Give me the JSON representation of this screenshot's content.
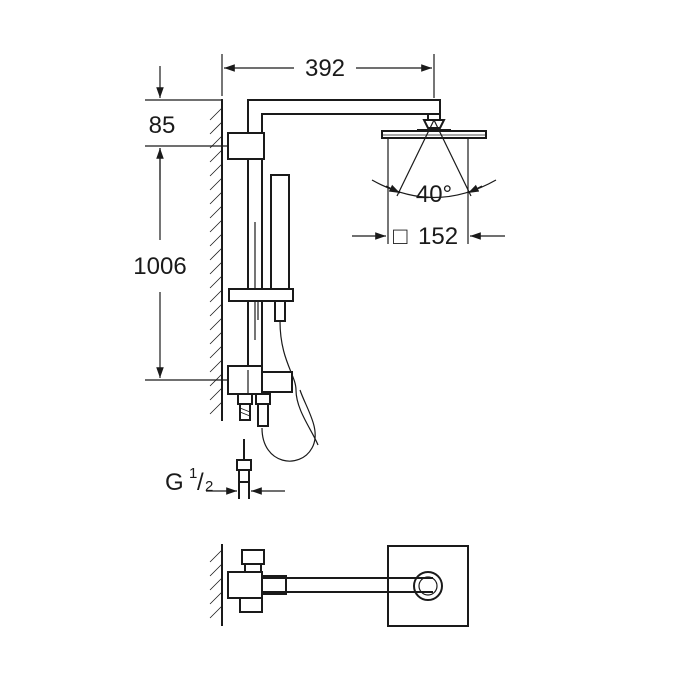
{
  "dimensions": {
    "arm_length": "392",
    "top_offset": "85",
    "rail_height": "1006",
    "spray_angle": "40°",
    "head_size_symbol": "□",
    "head_size": "152",
    "thread_prefix": "G",
    "thread_num": "1",
    "thread_slash": "/",
    "thread_den": "2"
  }
}
